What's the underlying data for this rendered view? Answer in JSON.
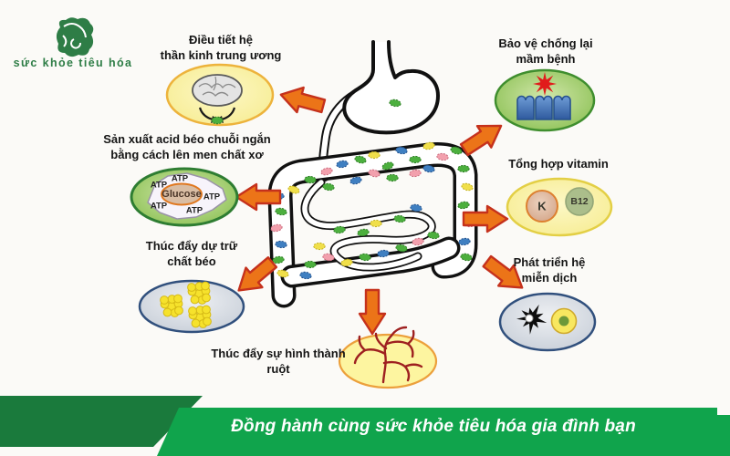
{
  "logo": {
    "text": "sức khỏe tiêu hóa",
    "icon": "intestine-logo-icon"
  },
  "benefits": [
    {
      "id": "cns",
      "label": "Điều tiết hệ\nthần kinh trung ương",
      "icon": "brain-icon"
    },
    {
      "id": "pathogen",
      "label": "Bảo vệ chống lại\nmầm bệnh",
      "icon": "starburst-epithelium-icon"
    },
    {
      "id": "scfa",
      "label": "Sản xuất acid béo chuỗi ngắn\nbằng cách lên men chất xơ",
      "icon": "glucose-atp-icon",
      "molecule": "Glucose",
      "atp": "ATP"
    },
    {
      "id": "vitamin",
      "label": "Tổng hợp vitamin",
      "icon": "vitamin-circles-icon",
      "vitamins": [
        "K",
        "B12"
      ]
    },
    {
      "id": "fat",
      "label": "Thúc đẩy dự trữ\nchất béo",
      "icon": "fat-globules-icon"
    },
    {
      "id": "immune",
      "label": "Phát triển hệ\nmiễn dịch",
      "icon": "dendritic-cell-icon"
    },
    {
      "id": "gutform",
      "label": "Thúc đẩy sự hình thành\nruột",
      "icon": "vessel-branches-icon"
    }
  ],
  "center_illustration": "digestive-tract-with-microbiota",
  "banner": {
    "text": "Đồng hành cùng sức khỏe tiêu hóa gia đình bạn"
  },
  "colors": {
    "brand_green": "#2e7d46",
    "banner_dark_green": "#1a7a3c",
    "banner_bright_green": "#10a44c",
    "arrow_fill": "#ec7418",
    "arrow_border": "#c5311c",
    "bubble_yellow_border": "#edb33c",
    "bubble_green_border": "#3f8e2e",
    "bubble_gray_border": "#31507d",
    "starburst_red": "#e11b1b",
    "epithelium_blue": "#4377bd",
    "fat_yellow": "#f6e22c",
    "vessel_red": "#9e2020",
    "bacteria": [
      "#4caf3e",
      "#3f7fc1",
      "#f2a0ad",
      "#f0df4a"
    ]
  }
}
